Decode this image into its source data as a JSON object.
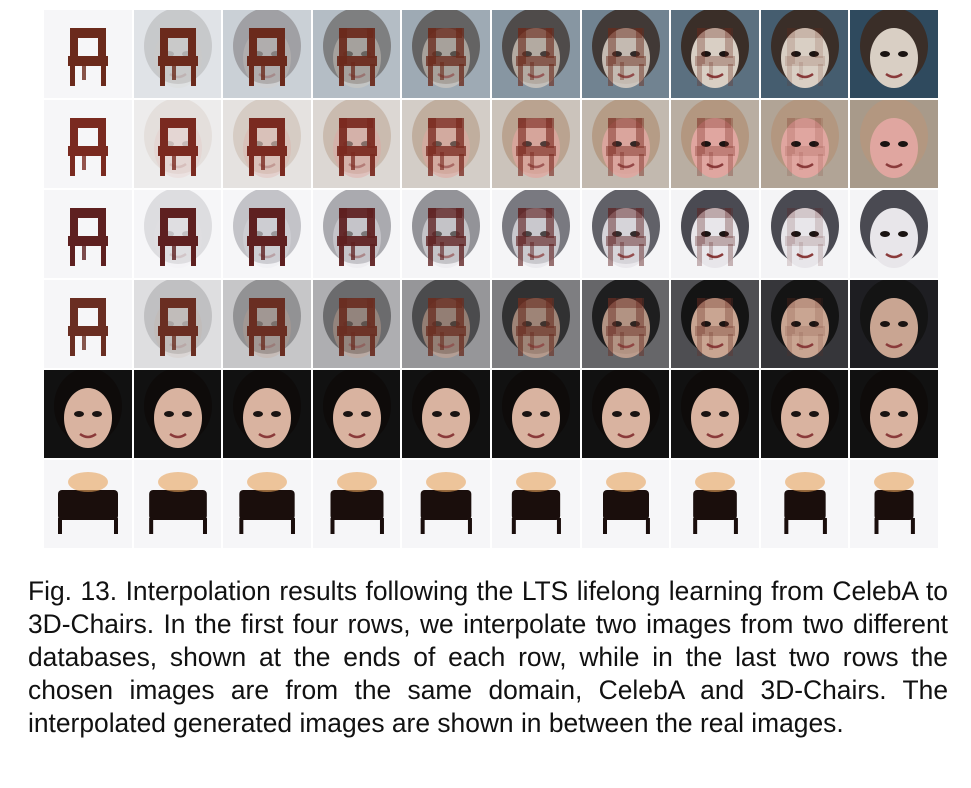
{
  "figure": {
    "caption": "Fig. 13. Interpolation results following the LTS lifelong learning from CelebA to 3D-Chairs. In the first four rows, we interpolate two images from two different databases, shown at the ends of each row, while in the last two rows the chosen images are from the same domain, CelebA and 3D-Chairs. The interpolated generated images are shown in between the real images.",
    "rows": [
      {
        "start": "chair",
        "end": "face",
        "chair_color": "#6b2a1c",
        "face_skin": "#d9cfc4",
        "bg_end": "#2f4a5e",
        "hair": "#3a2e28"
      },
      {
        "start": "chair",
        "end": "face",
        "chair_color": "#7a2a20",
        "face_skin": "#e0a6a0",
        "bg_end": "#a89a8a",
        "hair": "#b39780"
      },
      {
        "start": "chair",
        "end": "face",
        "chair_color": "#5e2020",
        "face_skin": "#e8e6ea",
        "bg_end": "#f4f4f6",
        "hair": "#4a4a52"
      },
      {
        "start": "chair",
        "end": "face",
        "chair_color": "#6a2e22",
        "face_skin": "#c9a592",
        "bg_end": "#1e1e22",
        "hair": "#141414"
      },
      {
        "start": "face",
        "end": "face",
        "chair_color": "#6a2e22",
        "face_skin": "#d9b3a0",
        "bg_end": "#111111",
        "hair": "#0e0b0a"
      },
      {
        "start": "chair",
        "end": "chair",
        "chair_color": "#1a0e0c",
        "face_skin": "#e9c8a8",
        "bg_end": "#f7efe8",
        "hair": "#1a0e0c"
      }
    ]
  }
}
